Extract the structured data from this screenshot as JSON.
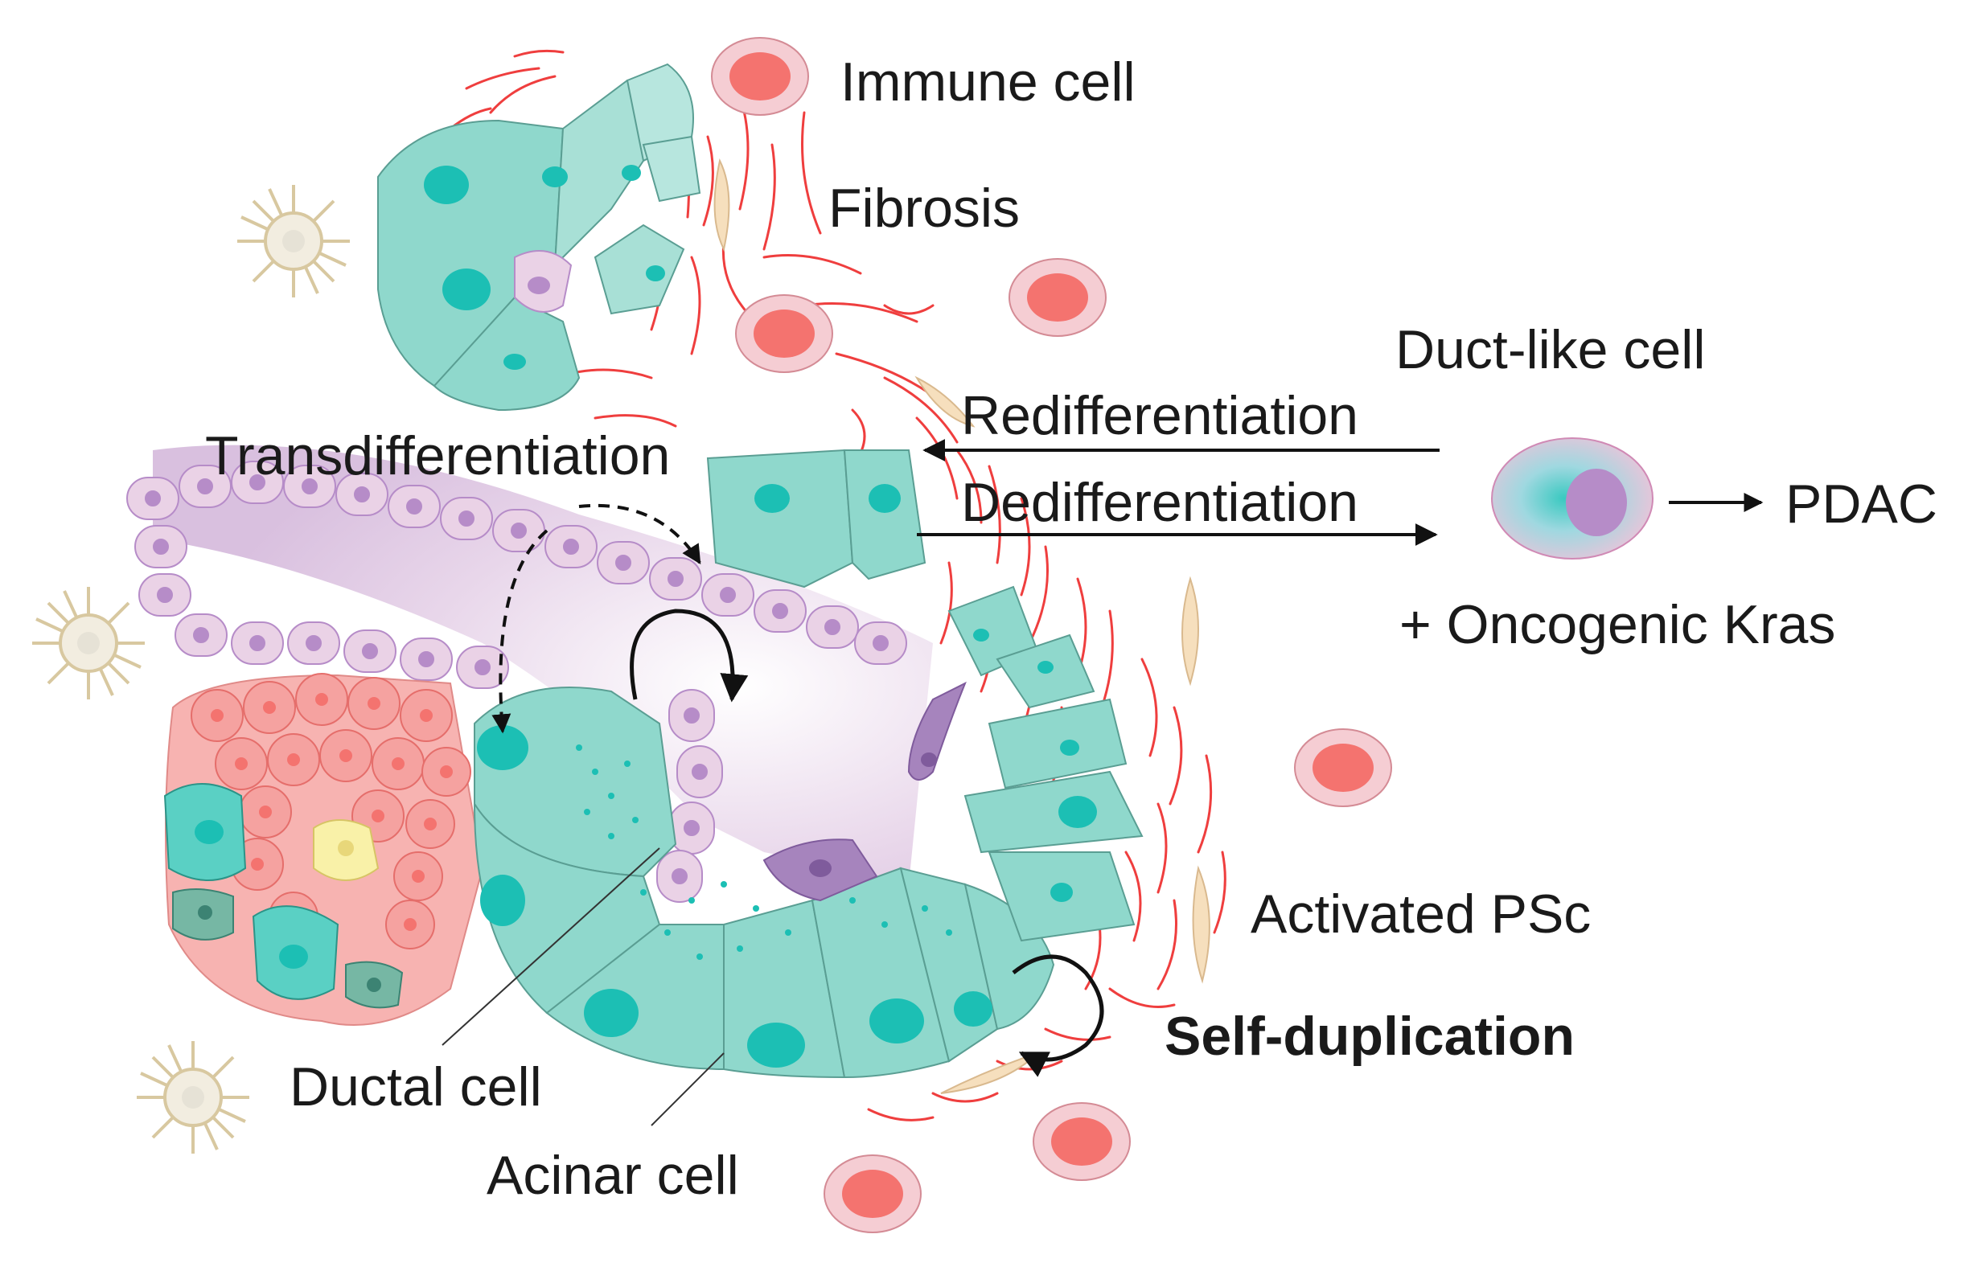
{
  "labels": {
    "immune_cell": "Immune cell",
    "fibrosis": "Fibrosis",
    "duct_like_cell": "Duct-like cell",
    "redifferentiation": "Redifferentiation",
    "transdifferentiation": "Transdifferentiation",
    "dedifferentiation": "Dedifferentiation",
    "pdac": "PDAC",
    "oncogenic_kras": "+ Oncogenic Kras",
    "activated_psc": "Activated PSc",
    "self_duplication": "Self-duplication",
    "ductal_cell": "Ductal cell",
    "acinar_cell": "Acinar cell"
  },
  "colors": {
    "acinar_fill": "#8fd8cc",
    "acinar_nucleus": "#1cbfb4",
    "duct_fill": "#ead2e6",
    "duct_lumen": "#dcc3e2",
    "duct_nucleus": "#b68cc8",
    "immune_fill": "#f5cdd3",
    "immune_nucleus": "#f4736f",
    "fibrosis_line": "#ef3e3e",
    "psc_fill": "#f6dfbd",
    "islet_fill": "#f5a2a0",
    "arrow": "#111111"
  }
}
